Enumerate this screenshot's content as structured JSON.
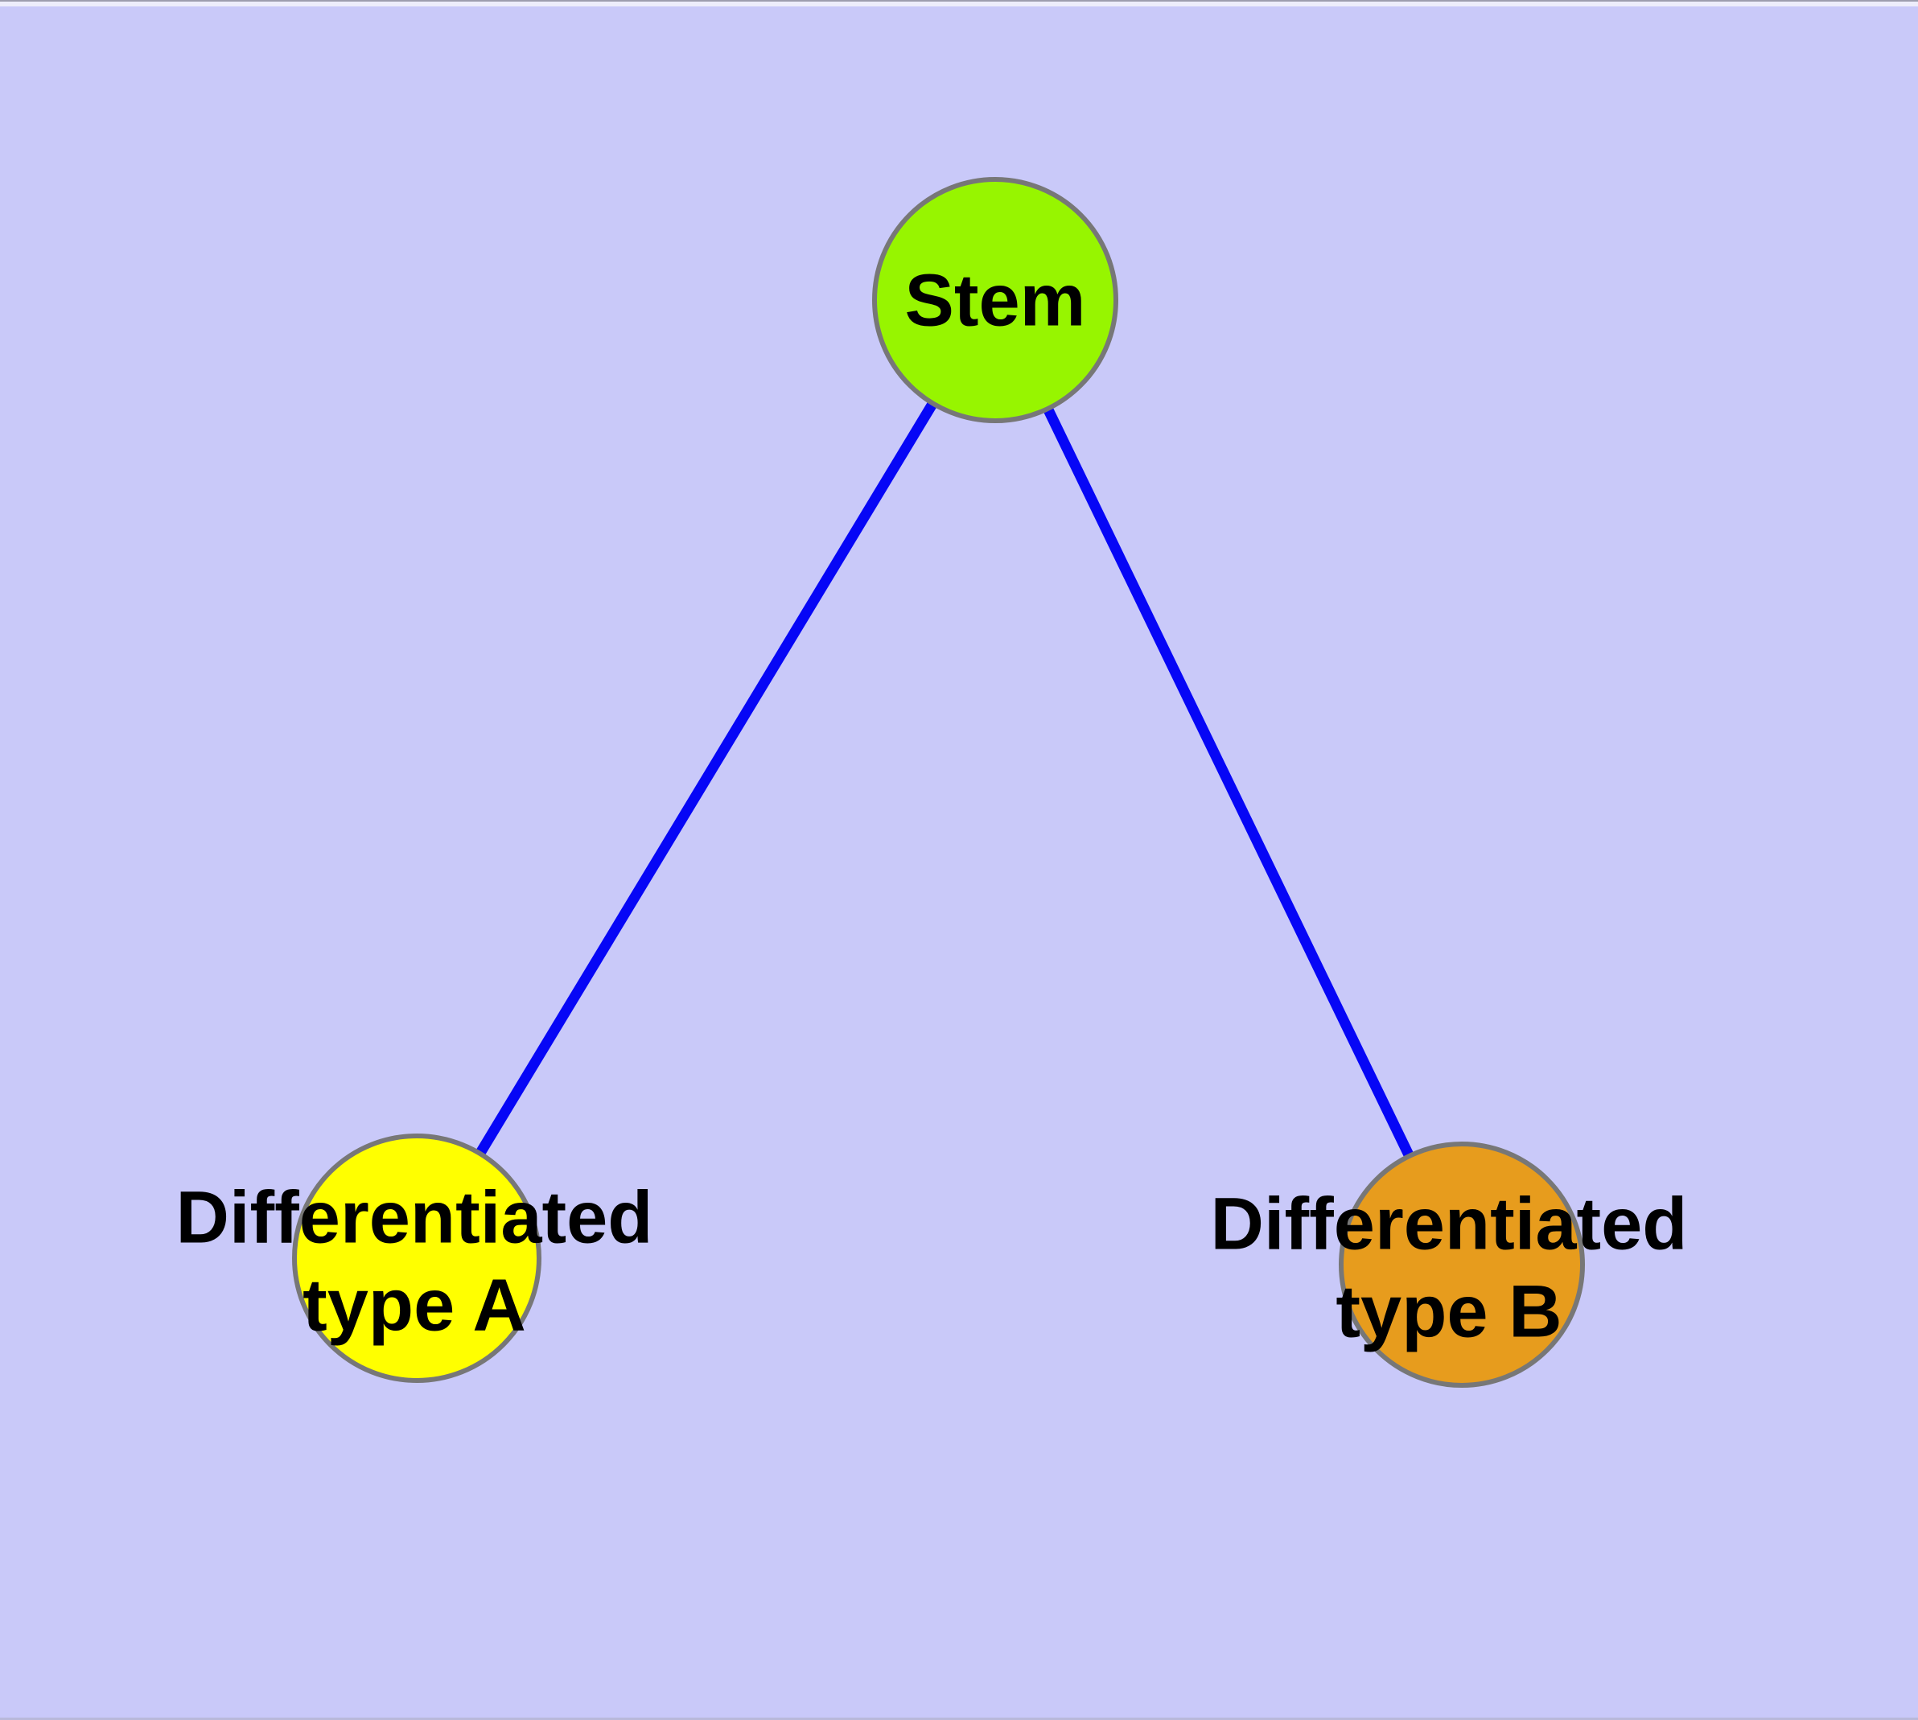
{
  "diagram": {
    "background_color": "#C9C9F9",
    "edge_color": "#0606F6",
    "node_border_color": "#777777",
    "text_color": "#000000",
    "nodes": [
      {
        "id": "stem",
        "label": "Stem",
        "fill": "#97F500"
      },
      {
        "id": "differentiated-type-a",
        "label": "Differentiated\ntype A",
        "fill": "#FFFF00"
      },
      {
        "id": "differentiated-type-b",
        "label": "Differentiated\ntype B",
        "fill": "#E79C1D"
      }
    ],
    "edges": [
      {
        "from": "stem",
        "to": "differentiated-type-a"
      },
      {
        "from": "stem",
        "to": "differentiated-type-b"
      }
    ]
  }
}
